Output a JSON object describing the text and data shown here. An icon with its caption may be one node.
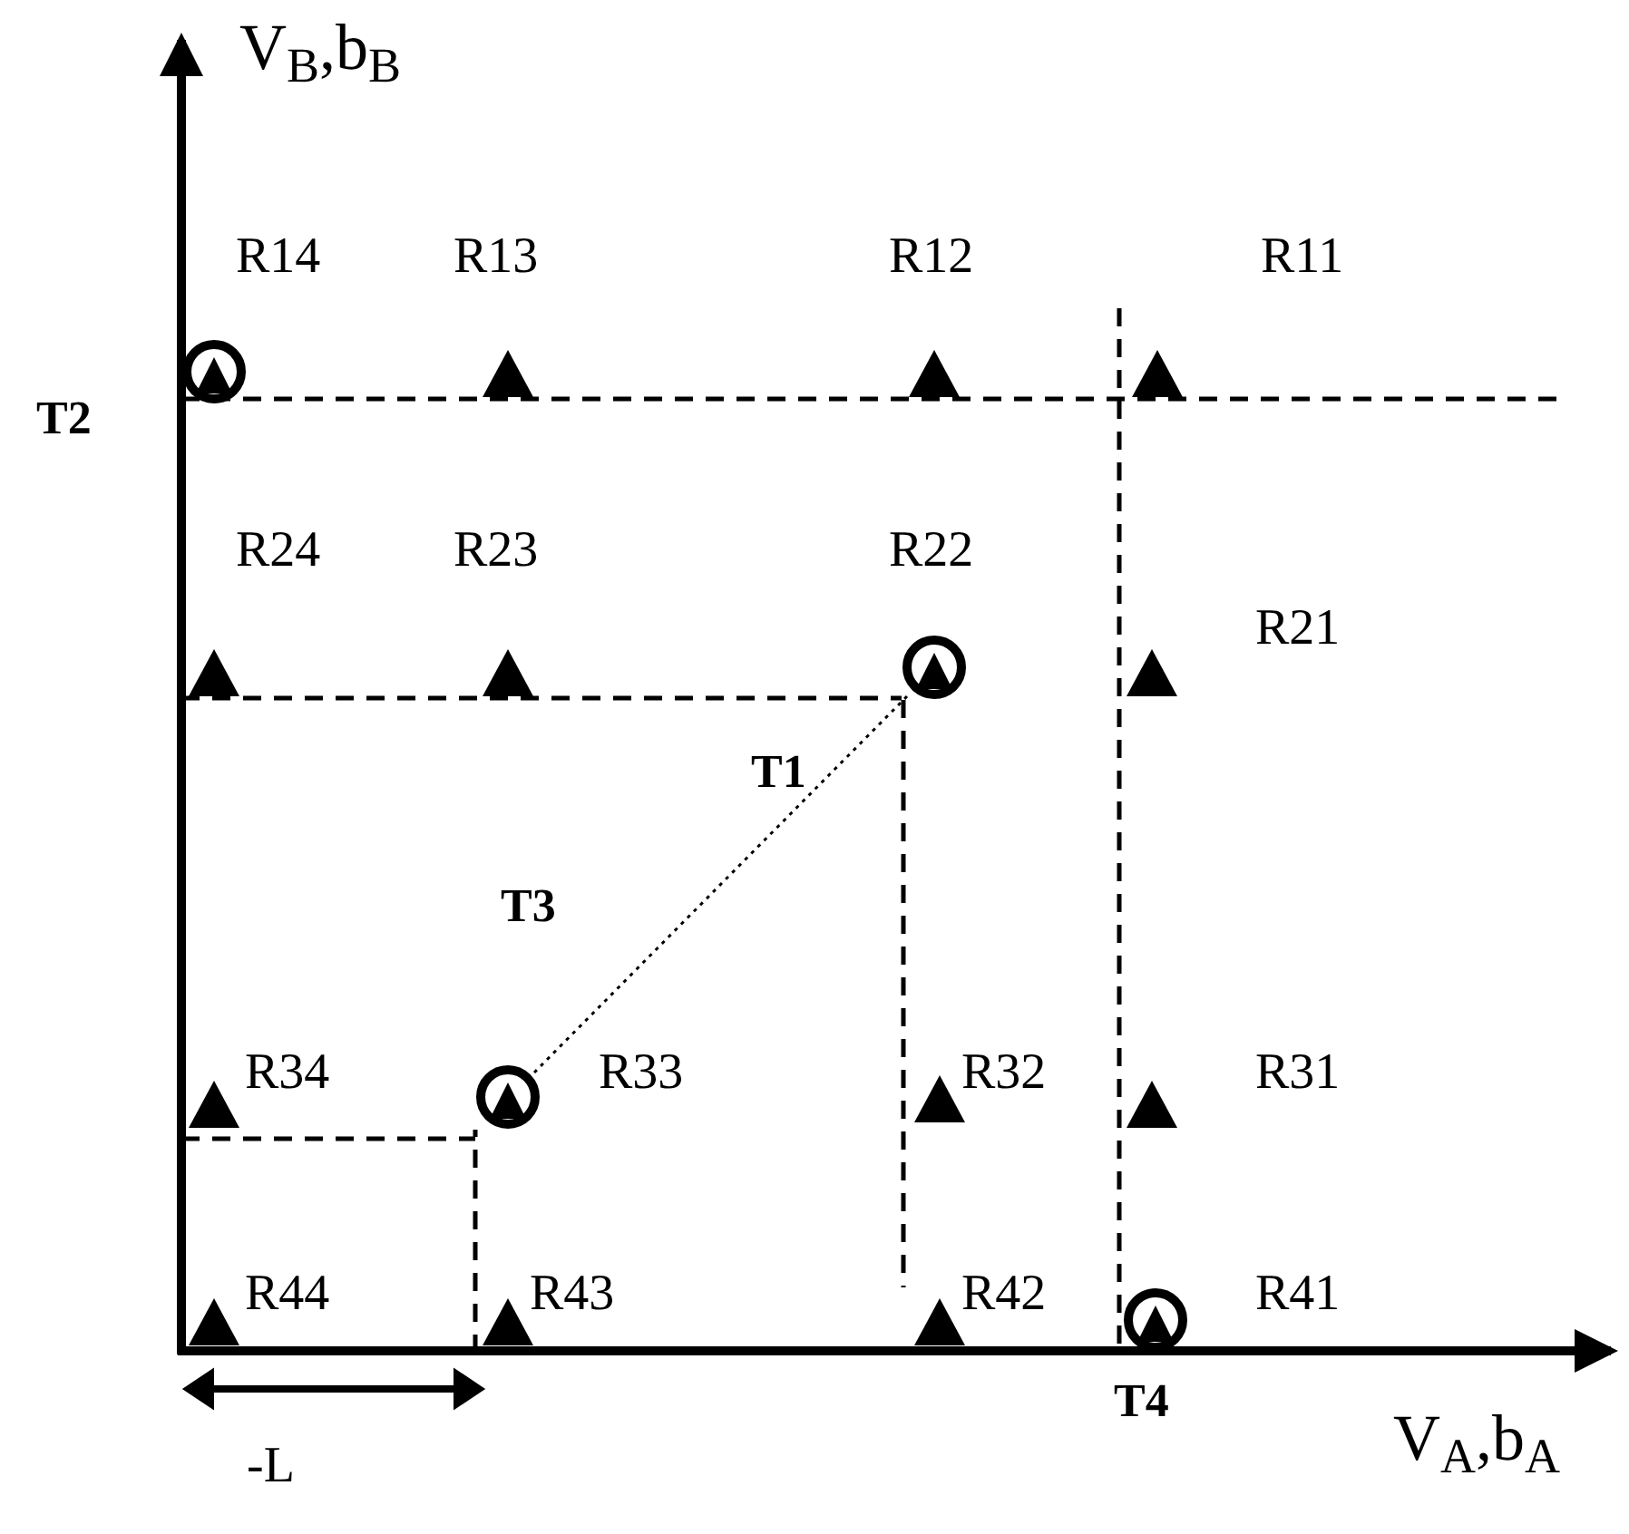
{
  "diagram": {
    "nodes": [
      {
        "text": [],
        "shape": "circle",
        "beside": [
          "R14"
        ]
      },
      {
        "text": [],
        "shape": "triangle",
        "beside": [
          "R13"
        ]
      },
      {
        "text": [],
        "shape": "triangle",
        "beside": [
          "R12"
        ]
      },
      {
        "text": [],
        "shape": "triangle",
        "beside": [
          "R11"
        ]
      },
      {
        "text": [],
        "shape": "triangle",
        "beside": [
          "R24"
        ]
      },
      {
        "text": [],
        "shape": "triangle",
        "beside": [
          "R23"
        ]
      },
      {
        "text": [],
        "shape": "circle",
        "beside": [
          "R22"
        ]
      },
      {
        "text": [],
        "shape": "triangle",
        "beside": [
          "R21"
        ]
      },
      {
        "text": [],
        "shape": "triangle",
        "beside": [
          "R34"
        ]
      },
      {
        "text": [],
        "shape": "circle",
        "beside": [
          "R33"
        ]
      },
      {
        "text": [],
        "shape": "triangle",
        "beside": [
          "R32"
        ]
      },
      {
        "text": [],
        "shape": "triangle",
        "beside": [
          "R31"
        ]
      },
      {
        "text": [],
        "shape": "triangle",
        "beside": [
          "R44"
        ]
      },
      {
        "text": [],
        "shape": "triangle",
        "beside": [
          "R43"
        ]
      },
      {
        "text": [],
        "shape": "triangle",
        "beside": [
          "R42"
        ]
      },
      {
        "text": [],
        "shape": "circle",
        "beside": [
          "R41"
        ]
      }
    ],
    "edges": [
      {
        "from": 4,
        "to": 6,
        "arrow": "none",
        "style": "dashed"
      },
      {
        "from": 6,
        "to": 14,
        "arrow": "none",
        "style": "dashed"
      },
      {
        "from": 8,
        "to": 9,
        "arrow": "none",
        "style": "dashed"
      },
      {
        "from": 13,
        "to": 9,
        "arrow": "none",
        "style": "dashed"
      },
      {
        "from": 6,
        "to": 9,
        "arrow": "none"
      }
    ],
    "labels": [
      "V$_{B}$,b$_{B}$",
      "T2",
      "T1",
      "T3",
      "T4",
      "V$_{A}$,b$_{A}$",
      "-L"
    ]
  }
}
